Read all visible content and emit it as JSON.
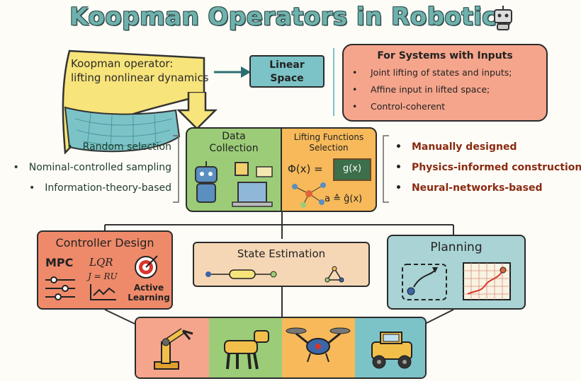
{
  "title": "Koopman Operators in Robotics",
  "koopman": {
    "line1": "Koopman operator:",
    "line2": "lifting nonlinear dynamics"
  },
  "linear_space": {
    "line1": "Linear",
    "line2": "Space"
  },
  "inputs": {
    "title": "For Systems with Inputs",
    "items": [
      "Joint lifting of states and inputs;",
      "Affine input in lifted space;",
      "Control-coherent"
    ]
  },
  "data_collection": {
    "line1": "Data",
    "line2": "Collection",
    "methods": [
      "Random selection",
      "Nominal-controlled sampling",
      "Information-theory-based"
    ]
  },
  "lifting": {
    "line1": "Lifting Functions",
    "line2": "Selection",
    "phi": "Φ(x) =",
    "gx": "g(x)",
    "approx": "a ≙ ĝ(x)",
    "methods": [
      "Manually designed",
      "Physics-informed construction",
      "Neural-networks-based"
    ]
  },
  "controller": {
    "title": "Controller Design",
    "mpc": "MPC",
    "lqr": "LQR",
    "jru": "J = RU",
    "active1": "Active",
    "active2": "Learning"
  },
  "estimation": {
    "title": "State Estimation"
  },
  "planning": {
    "title": "Planning"
  },
  "robots": [
    "robot-arm",
    "robot-dog",
    "drone",
    "vehicle"
  ],
  "colors": {
    "title": "#6fb2ad",
    "teal": "#7cc3c8",
    "salmon": "#f5a58c",
    "green": "#9ccc78",
    "orange": "#f7b95a",
    "controller": "#ee8a6a",
    "estimation": "#f6d7b5",
    "planning": "#a9d3d4"
  }
}
